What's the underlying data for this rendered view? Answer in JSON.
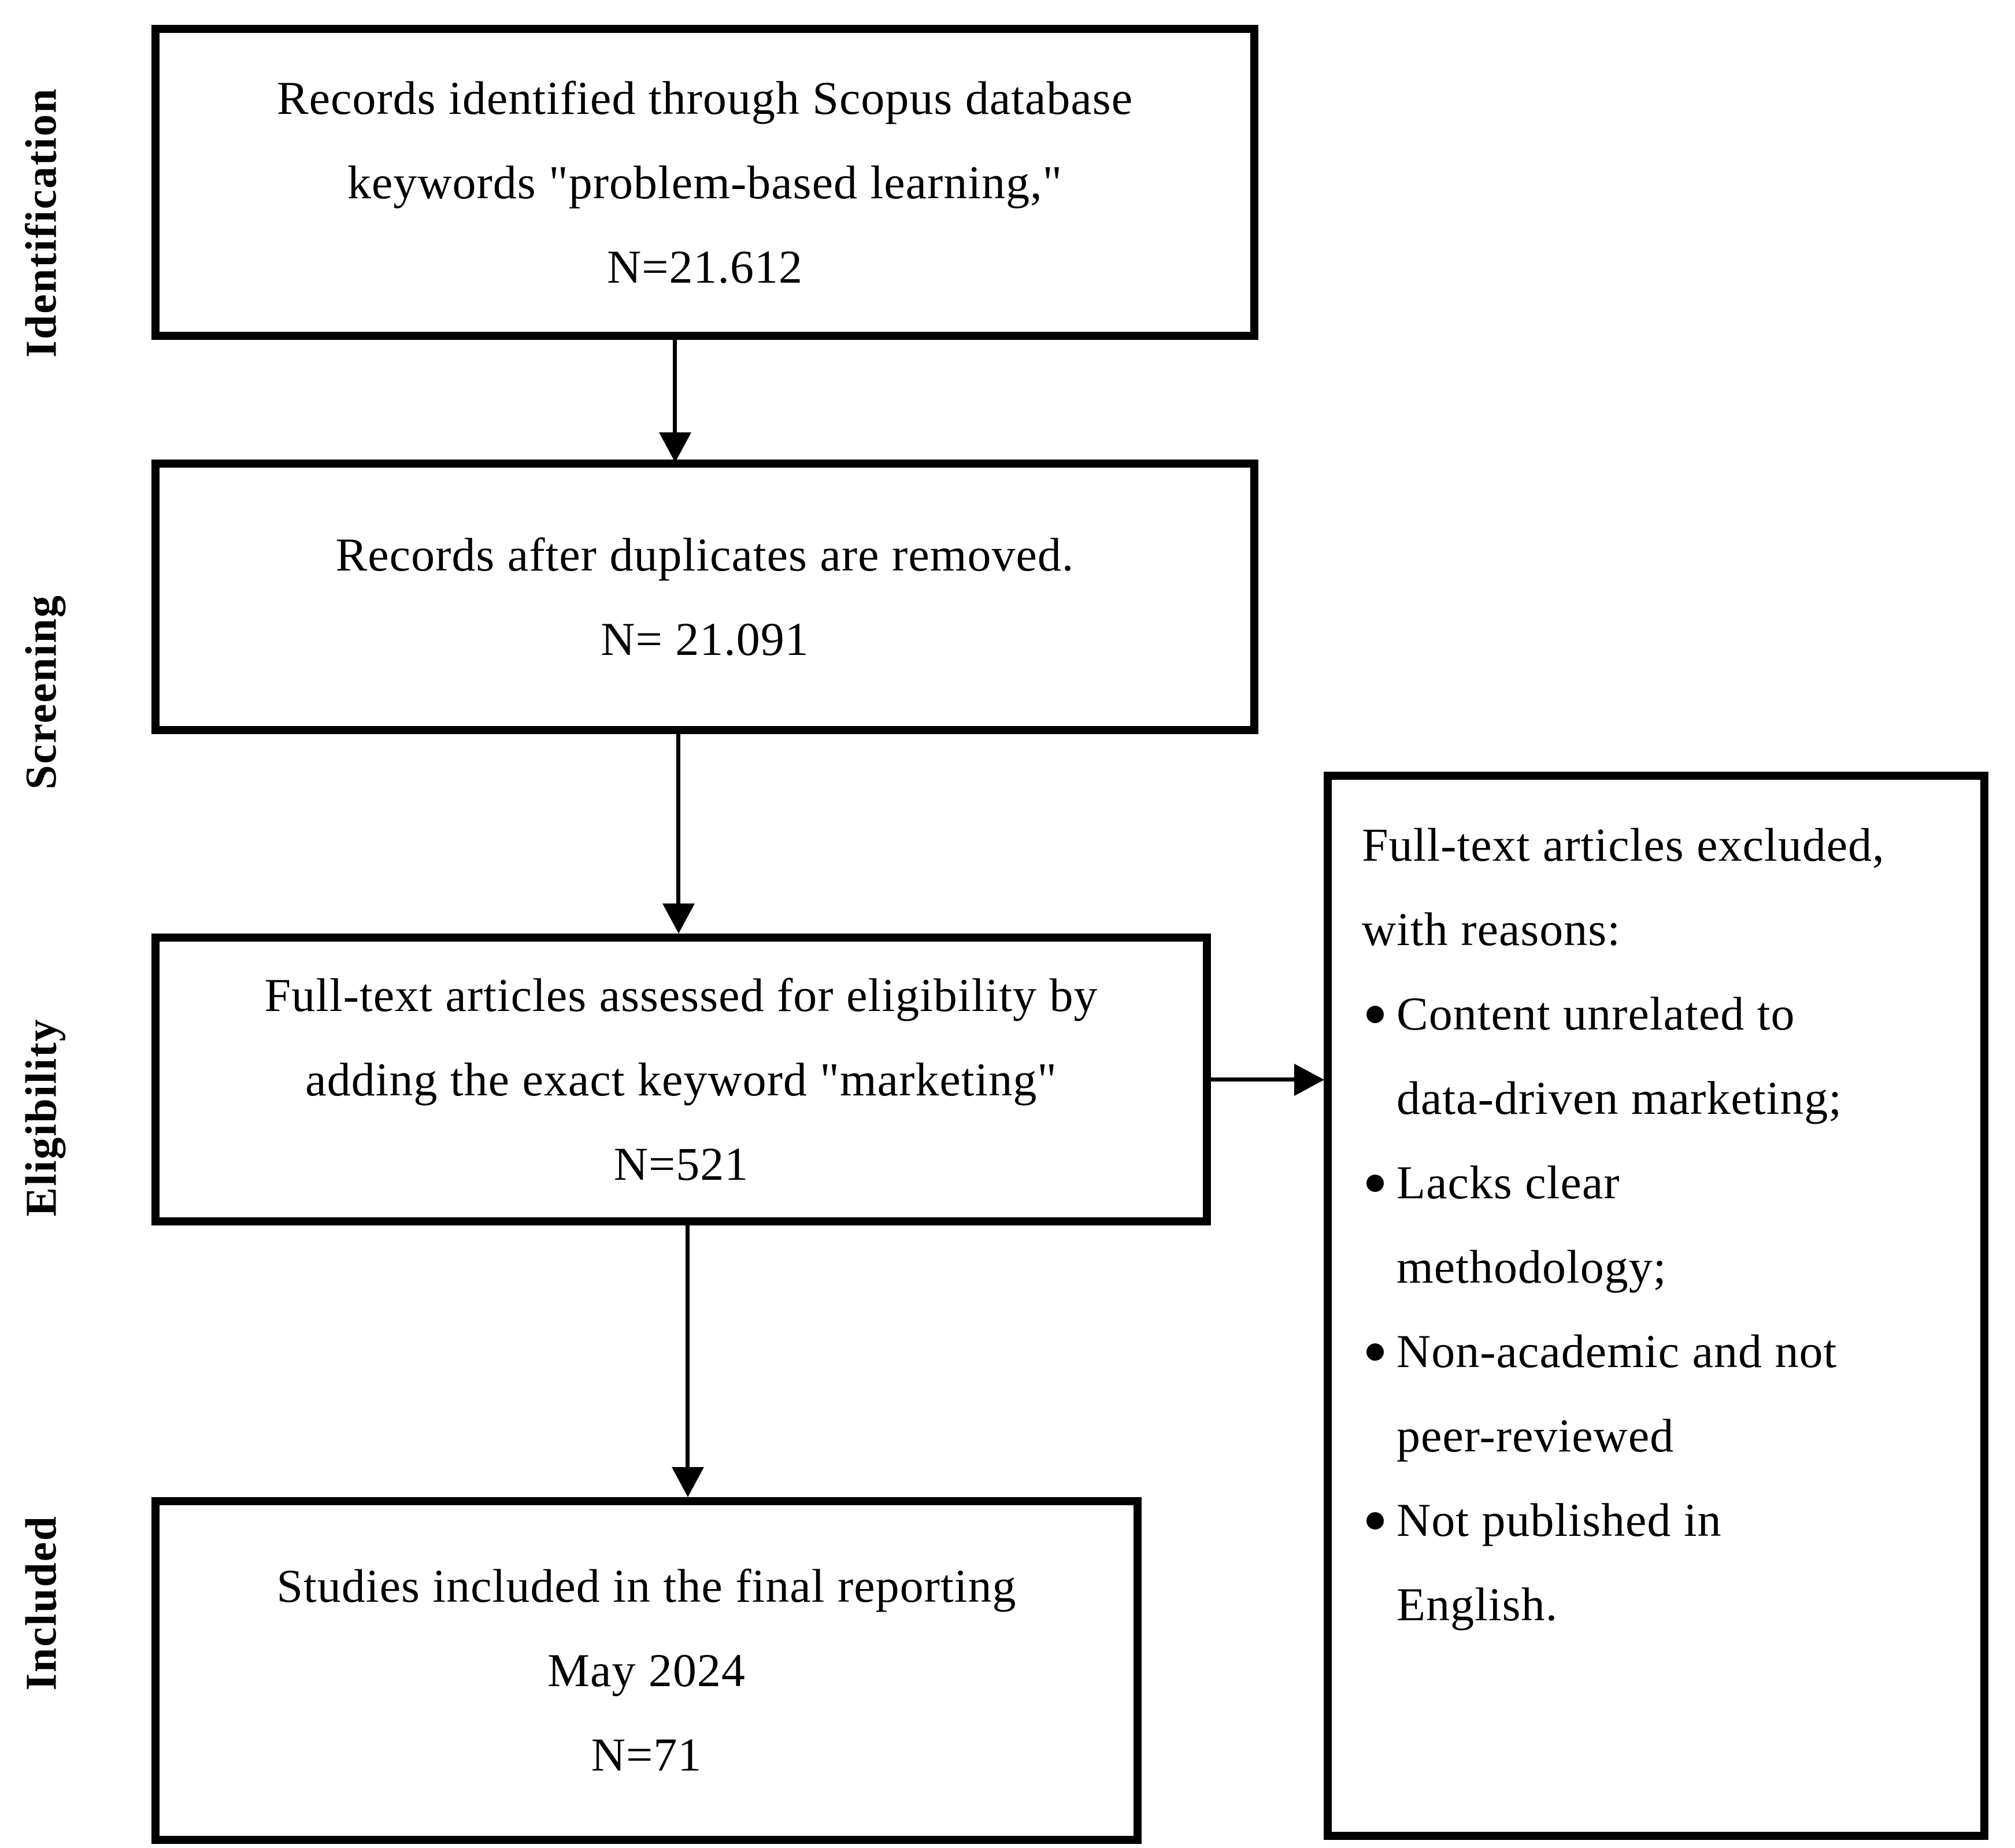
{
  "stages": {
    "identification": "Identification",
    "screening": "Screening",
    "eligibility": "Eligibility",
    "included": "Included"
  },
  "boxes": {
    "identification": {
      "lines": [
        "Records identified through Scopus database",
        "keywords \"problem-based learning,\"",
        "N=21.612"
      ]
    },
    "screening": {
      "lines": [
        "Records after duplicates are removed.",
        "N= 21.091"
      ]
    },
    "eligibility": {
      "lines": [
        "Full-text articles assessed for eligibility by",
        "adding the exact keyword \"marketing\"",
        "N=521"
      ]
    },
    "included": {
      "lines": [
        "Studies included in the final reporting",
        "May 2024",
        "N=71"
      ]
    }
  },
  "exclusion": {
    "heading_lines": [
      "Full-text articles excluded,",
      "with reasons:"
    ],
    "reasons": [
      {
        "text": "Content unrelated to data-driven marketing;",
        "lines": [
          "Content unrelated to",
          "data-driven marketing;"
        ]
      },
      {
        "text": "Lacks clear methodology;",
        "lines": [
          "Lacks clear",
          "methodology;"
        ]
      },
      {
        "text": "Non-academic and not peer-reviewed",
        "lines": [
          "Non-academic and not",
          "peer-reviewed"
        ]
      },
      {
        "text": "Not published in English.",
        "lines": [
          "Not published in",
          "English."
        ]
      }
    ]
  },
  "colors": {
    "background": "#ffffff",
    "border": "#000000",
    "text": "#000000"
  }
}
